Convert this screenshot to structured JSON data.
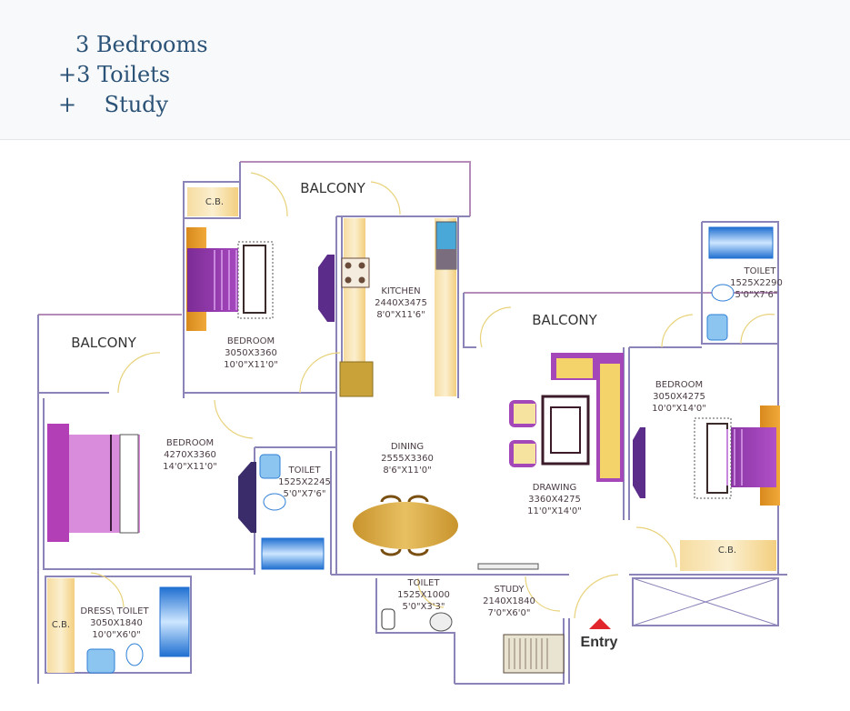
{
  "header": {
    "lines": [
      "3 Bedrooms",
      "+3 Toilets",
      "+    Study"
    ]
  },
  "plan": {
    "rooms": {
      "balcony_top": {
        "name": "BALCONY"
      },
      "balcony_left": {
        "name": "BALCONY"
      },
      "balcony_mid": {
        "name": "BALCONY"
      },
      "bedroom_top": {
        "name": "BEDROOM",
        "metric": "3050X3360",
        "imperial": "10'0\"X11'0\""
      },
      "kitchen": {
        "name": "KITCHEN",
        "metric": "2440X3475",
        "imperial": "8'0\"X11'6\""
      },
      "bedroom_left": {
        "name": "BEDROOM",
        "metric": "4270X3360",
        "imperial": "14'0\"X11'0\""
      },
      "toilet_mid": {
        "name": "TOILET",
        "metric": "1525X2245",
        "imperial": "5'0\"X7'6\""
      },
      "dining": {
        "name": "DINING",
        "metric": "2555X3360",
        "imperial": "8'6\"X11'0\""
      },
      "drawing": {
        "name": "DRAWING",
        "metric": "3360X4275",
        "imperial": "11'0\"X14'0\""
      },
      "toilet_right": {
        "name": "TOILET",
        "metric": "1525X2290",
        "imperial": "5'0\"X7'6\""
      },
      "bedroom_right": {
        "name": "BEDROOM",
        "metric": "3050X4275",
        "imperial": "10'0\"X14'0\""
      },
      "dress_toilet": {
        "name": "DRESS\\ TOILET",
        "metric": "3050X1840",
        "imperial": "10'0\"X6'0\""
      },
      "toilet_small": {
        "name": "TOILET",
        "metric": "1525X1000",
        "imperial": "5'0\"X3'3\""
      },
      "study": {
        "name": "STUDY",
        "metric": "2140X1840",
        "imperial": "7'0\"X6'0\""
      }
    },
    "cupboards": [
      "C.B.",
      "C.B.",
      "C.B."
    ],
    "entry_label": "Entry",
    "colors": {
      "wall": "#8a84b8",
      "furniture_purple": "#9b3fb0",
      "wood": "#e9b84a",
      "sanitary_blue": "#2f7fd6",
      "entry_marker": "#e0262a",
      "header_text": "#2b5277"
    }
  }
}
